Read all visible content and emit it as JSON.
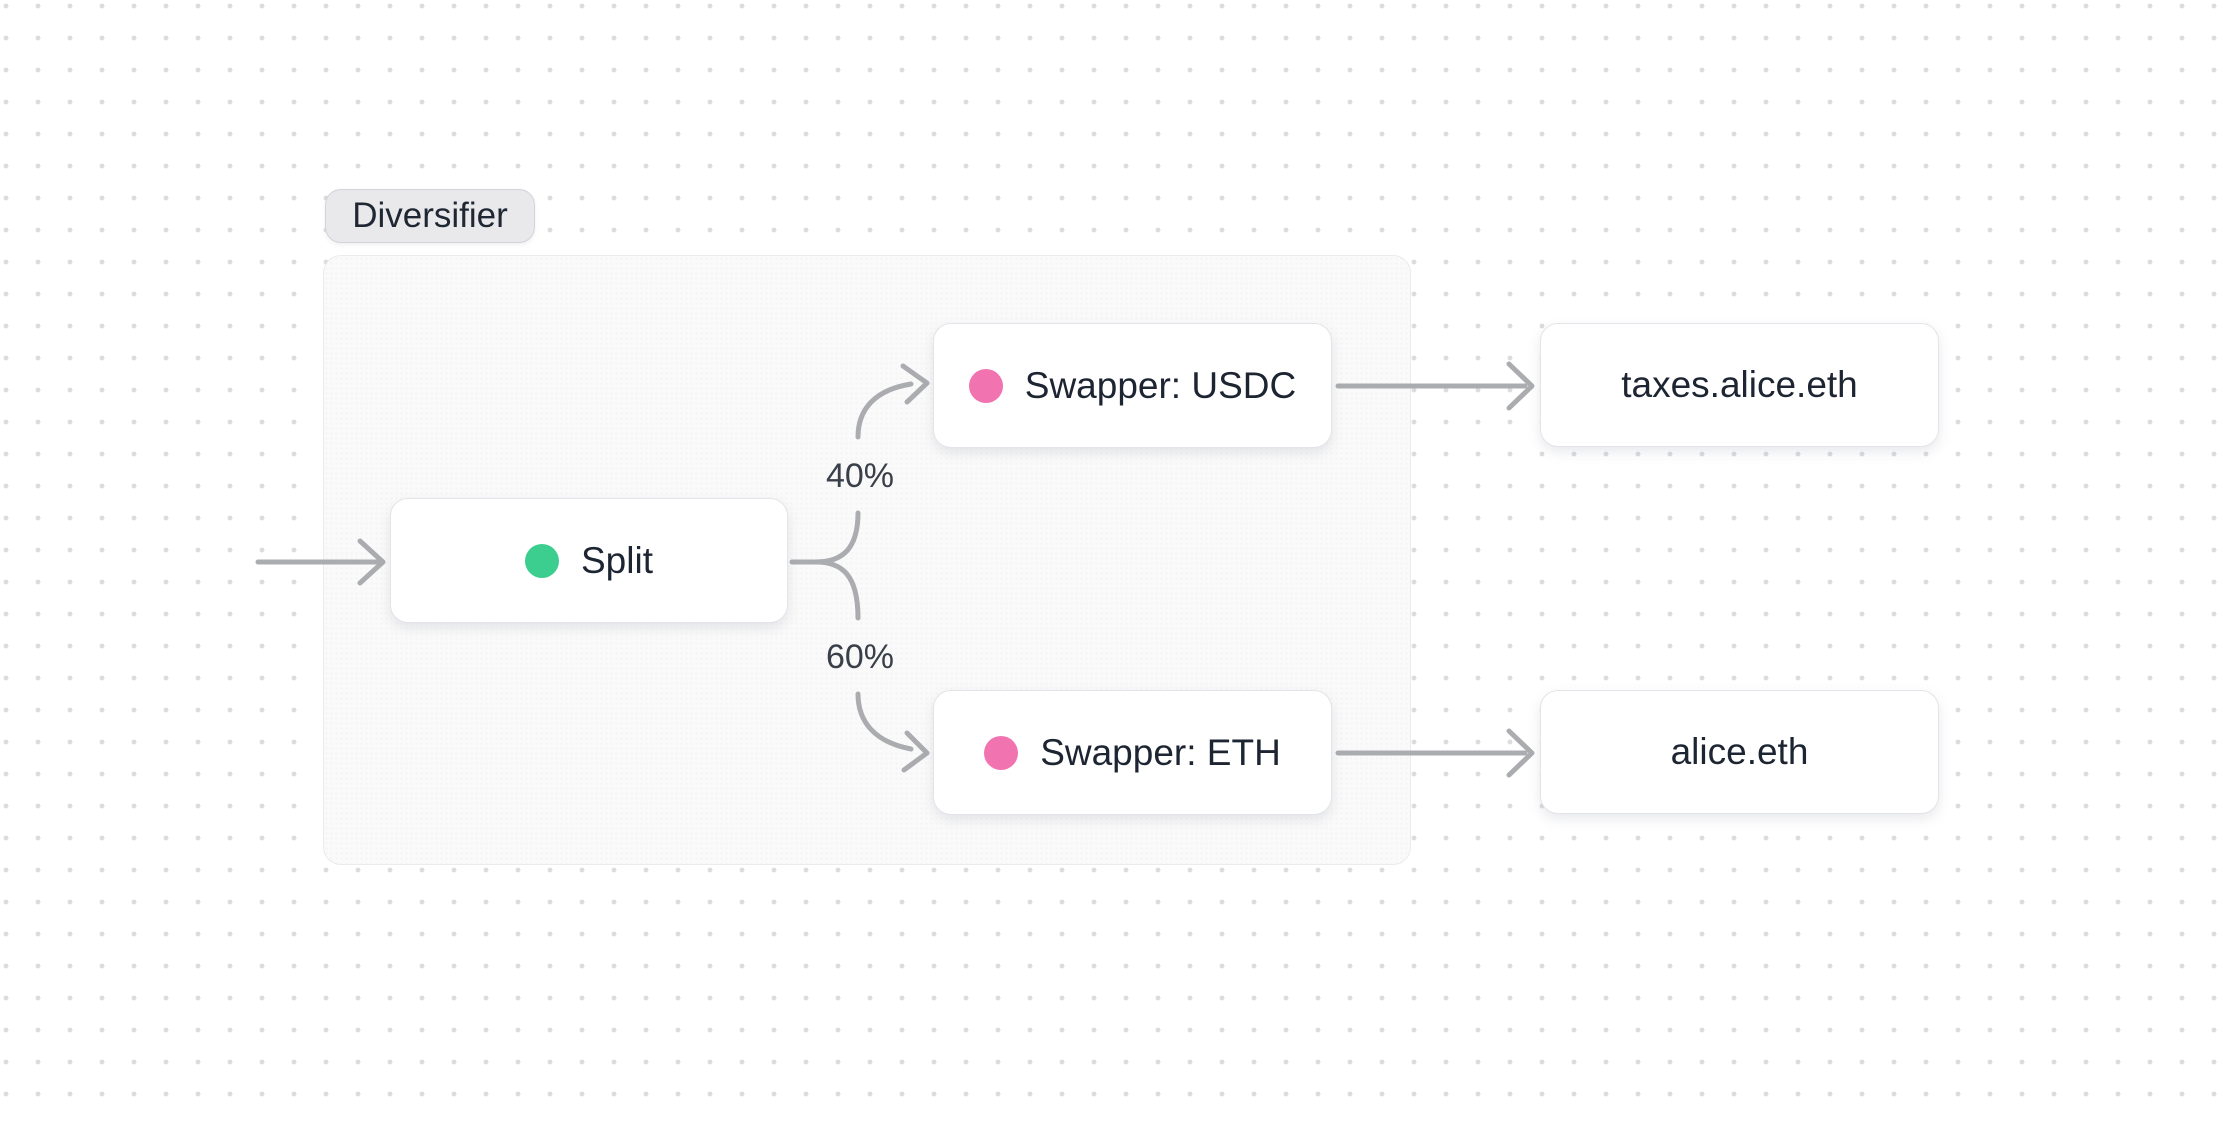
{
  "group": {
    "label": "Diversifier"
  },
  "nodes": {
    "split": {
      "label": "Split",
      "dot_color": "#3bce8e"
    },
    "swapper_usdc": {
      "label": "Swapper: USDC",
      "dot_color": "#f173b0"
    },
    "swapper_eth": {
      "label": "Swapper: ETH",
      "dot_color": "#f173b0"
    },
    "taxes_alice_eth": {
      "label": "taxes.alice.eth"
    },
    "alice_eth": {
      "label": "alice.eth"
    }
  },
  "edges": {
    "color": "#abacb0",
    "split_to_usdc": {
      "percent": "40%"
    },
    "split_to_eth": {
      "percent": "60%"
    }
  },
  "colors": {
    "canvas_dot": "#dcdcdf",
    "group_background": "#fafafa",
    "node_text": "#1d2532"
  }
}
